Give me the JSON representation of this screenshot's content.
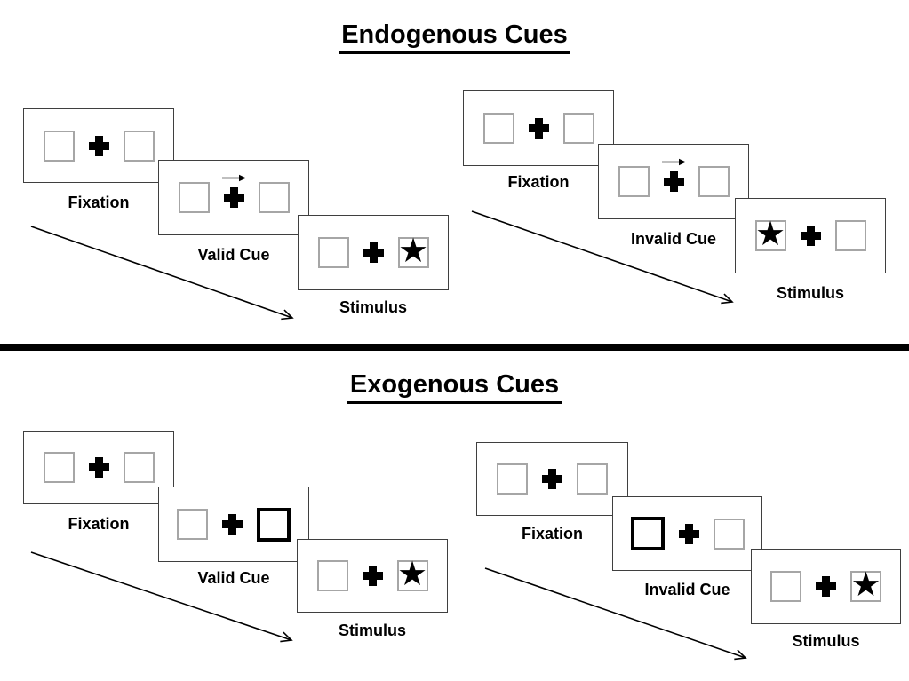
{
  "icons": {
    "star": "★"
  },
  "colors": {
    "background": "#ffffff",
    "panel_border": "#3f3f3f",
    "square_border": "#a6a6a6",
    "cue_highlight_border": "#000000",
    "text": "#000000",
    "divider": "#000000"
  },
  "sections": [
    {
      "title": "Endogenous Cues",
      "trials": [
        {
          "name": "valid",
          "frames": [
            {
              "label": "Fixation"
            },
            {
              "label": "Valid Cue",
              "cue": "central-arrow-right"
            },
            {
              "label": "Stimulus",
              "target": "right"
            }
          ]
        },
        {
          "name": "invalid",
          "frames": [
            {
              "label": "Fixation"
            },
            {
              "label": "Invalid Cue",
              "cue": "central-arrow-right"
            },
            {
              "label": "Stimulus",
              "target": "left"
            }
          ]
        }
      ]
    },
    {
      "title": "Exogenous Cues",
      "trials": [
        {
          "name": "valid",
          "frames": [
            {
              "label": "Fixation"
            },
            {
              "label": "Valid Cue",
              "cue": "highlight-right-box"
            },
            {
              "label": "Stimulus",
              "target": "right"
            }
          ]
        },
        {
          "name": "invalid",
          "frames": [
            {
              "label": "Fixation"
            },
            {
              "label": "Invalid Cue",
              "cue": "highlight-left-box"
            },
            {
              "label": "Stimulus",
              "target": "right"
            }
          ]
        }
      ]
    }
  ]
}
